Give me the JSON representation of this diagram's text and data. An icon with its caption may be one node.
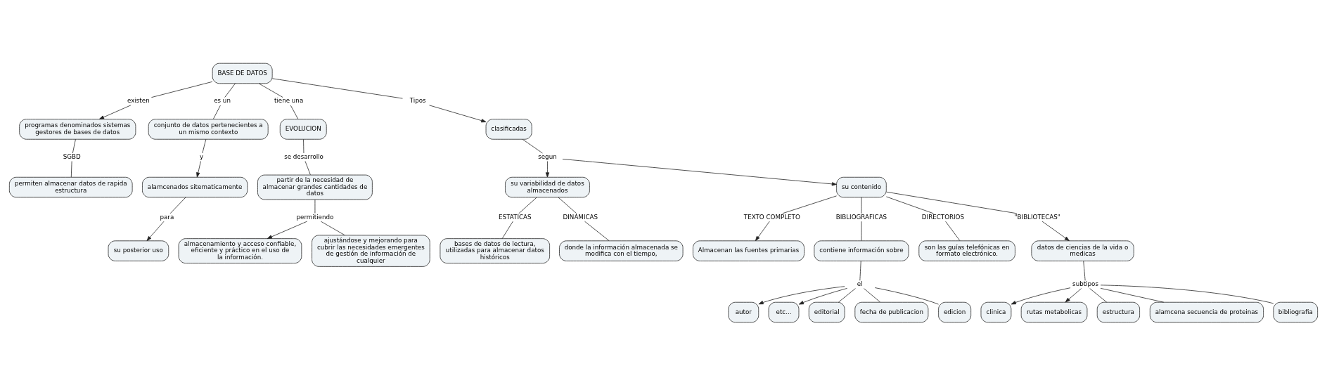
{
  "diagram": {
    "nodes": [
      {
        "text": [
          "BASE DE DATOS"
        ]
      },
      {
        "text": [
          "existen"
        ]
      },
      {
        "text": [
          "programas denominados sistemas gestores de bases de datos"
        ]
      },
      {
        "text": [
          "SGBD"
        ]
      },
      {
        "text": [
          "permiten almacenar datos de rapida estructura"
        ]
      },
      {
        "text": [
          "es un"
        ]
      },
      {
        "text": [
          "conjunto de datos pertenecientes a un mismo contexto"
        ]
      },
      {
        "text": [
          "y"
        ]
      },
      {
        "text": [
          "alamcenados sitematicamente"
        ]
      },
      {
        "text": [
          "para"
        ]
      },
      {
        "text": [
          "su posterior uso"
        ]
      },
      {
        "text": [
          "tiene una"
        ]
      },
      {
        "text": [
          "EVOLUCION"
        ]
      },
      {
        "text": [
          "se desarrollo"
        ]
      },
      {
        "text": [
          "partir de la necesidad de almacenar grandes cantidades de datos"
        ]
      },
      {
        "text": [
          "permitiendo"
        ]
      },
      {
        "text": [
          "almacenamiento y acceso confiable, eficiente y práctico en el uso de la información."
        ]
      },
      {
        "text": [
          "ajustándose y mejorando para cubrir las necesidades emergentes de gestión de información de cualquier"
        ]
      },
      {
        "text": [
          "Tipos"
        ]
      },
      {
        "text": [
          "clasificadas"
        ]
      },
      {
        "text": [
          "segun"
        ]
      },
      {
        "text": [
          "su variabilidad de datos almacenados"
        ]
      },
      {
        "text": [
          "ESTATICAS"
        ]
      },
      {
        "text": [
          "bases de datos de lectura, utilizadas para almacenar datos históricos"
        ]
      },
      {
        "text": [
          "DINAMICAS"
        ]
      },
      {
        "text": [
          "donde la información almacenada se modifica con el tiempo,"
        ]
      },
      {
        "text": [
          "su contenido"
        ]
      },
      {
        "text": [
          "TEXTO COMPLETO"
        ]
      },
      {
        "text": [
          "Almacenan las fuentes primarias"
        ]
      },
      {
        "text": [
          "BIBLIOGRAFICAS"
        ]
      },
      {
        "text": [
          "contiene información sobre"
        ]
      },
      {
        "text": [
          "el"
        ]
      },
      {
        "text": [
          "autor"
        ]
      },
      {
        "text": [
          "etc..."
        ]
      },
      {
        "text": [
          "editorial"
        ]
      },
      {
        "text": [
          "fecha de publicacion"
        ]
      },
      {
        "text": [
          "edicion"
        ]
      },
      {
        "text": [
          "DIRECTORIOS"
        ]
      },
      {
        "text": [
          "son las guías telefónicas en formato electrónico."
        ]
      },
      {
        "text": [
          "\"BIBLIOTECAS\""
        ]
      },
      {
        "text": [
          "datos de ciencias de la vida o medicas"
        ]
      },
      {
        "text": [
          "subtipos"
        ]
      },
      {
        "text": [
          "clinica"
        ]
      },
      {
        "text": [
          "rutas metabolicas"
        ]
      },
      {
        "text": [
          "estructura"
        ]
      },
      {
        "text": [
          "alamcena secuencia de proteinas"
        ]
      },
      {
        "text": [
          "bibliografia"
        ]
      }
    ],
    "edges": [
      {
        "from": 0,
        "to": 1,
        "arrow": "none"
      },
      {
        "from": 1,
        "to": 2,
        "arrow": "to"
      },
      {
        "from": 2,
        "to": 3,
        "arrow": "none"
      },
      {
        "from": 3,
        "to": 4,
        "arrow": "none"
      },
      {
        "from": 0,
        "to": 5,
        "arrow": "none"
      },
      {
        "from": 5,
        "to": 6,
        "arrow": "none"
      },
      {
        "from": 6,
        "to": 7,
        "arrow": "none"
      },
      {
        "from": 7,
        "to": 8,
        "arrow": "to"
      },
      {
        "from": 8,
        "to": 9,
        "arrow": "none"
      },
      {
        "from": 9,
        "to": 10,
        "arrow": "to"
      },
      {
        "from": 0,
        "to": 11,
        "arrow": "none"
      },
      {
        "from": 11,
        "to": 12,
        "arrow": "none"
      },
      {
        "from": 12,
        "to": 13,
        "arrow": "none"
      },
      {
        "from": 13,
        "to": 14,
        "arrow": "none"
      },
      {
        "from": 14,
        "to": 15,
        "arrow": "none"
      },
      {
        "from": 15,
        "to": 16,
        "arrow": "to"
      },
      {
        "from": 15,
        "to": 17,
        "arrow": "none"
      },
      {
        "from": 0,
        "to": 18,
        "arrow": "none"
      },
      {
        "from": 18,
        "to": 19,
        "arrow": "to"
      },
      {
        "from": 19,
        "to": 20,
        "arrow": "none"
      },
      {
        "from": 20,
        "to": 21,
        "arrow": "to"
      },
      {
        "from": 20,
        "to": 26,
        "arrow": "to"
      },
      {
        "from": 21,
        "to": 22,
        "arrow": "none"
      },
      {
        "from": 22,
        "to": 23,
        "arrow": "none"
      },
      {
        "from": 21,
        "to": 24,
        "arrow": "none"
      },
      {
        "from": 24,
        "to": 25,
        "arrow": "none"
      },
      {
        "from": 26,
        "to": 27,
        "arrow": "none"
      },
      {
        "from": 27,
        "to": 28,
        "arrow": "to"
      },
      {
        "from": 26,
        "to": 29,
        "arrow": "none"
      },
      {
        "from": 29,
        "to": 30,
        "arrow": "none"
      },
      {
        "from": 30,
        "to": 31,
        "arrow": "none"
      },
      {
        "from": 31,
        "to": 32,
        "arrow": "to"
      },
      {
        "from": 31,
        "to": 33,
        "arrow": "to"
      },
      {
        "from": 31,
        "to": 34,
        "arrow": "none"
      },
      {
        "from": 31,
        "to": 35,
        "arrow": "none"
      },
      {
        "from": 31,
        "to": 36,
        "arrow": "none"
      },
      {
        "from": 26,
        "to": 37,
        "arrow": "none"
      },
      {
        "from": 37,
        "to": 38,
        "arrow": "none"
      },
      {
        "from": 26,
        "to": 39,
        "arrow": "none"
      },
      {
        "from": 39,
        "to": 40,
        "arrow": "to"
      },
      {
        "from": 40,
        "to": 41,
        "arrow": "none"
      },
      {
        "from": 41,
        "to": 42,
        "arrow": "to"
      },
      {
        "from": 41,
        "to": 43,
        "arrow": "to"
      },
      {
        "from": 41,
        "to": 44,
        "arrow": "none"
      },
      {
        "from": 41,
        "to": 45,
        "arrow": "none"
      },
      {
        "from": 41,
        "to": 46,
        "arrow": "none"
      }
    ]
  }
}
